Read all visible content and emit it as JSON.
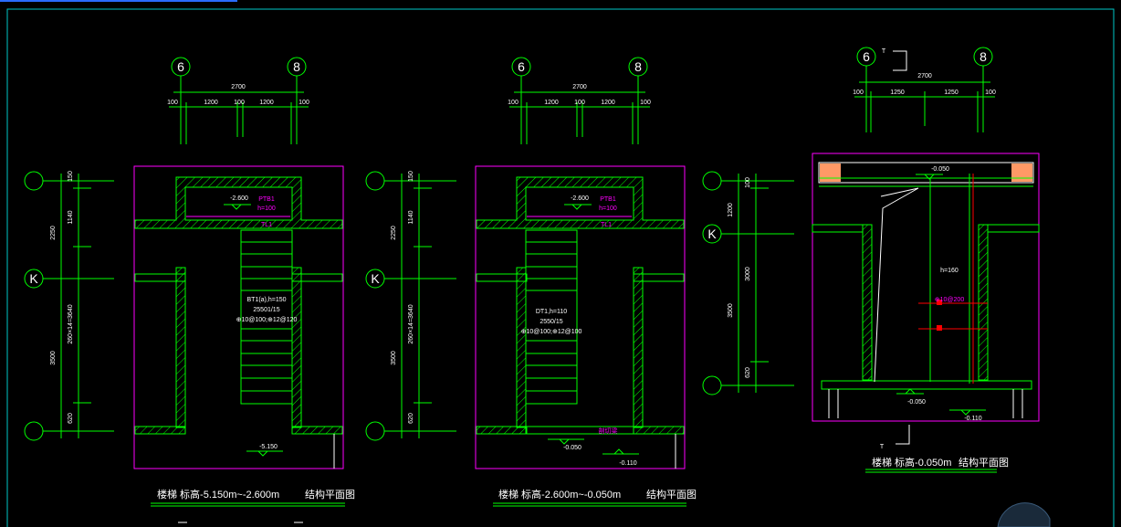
{
  "colors": {
    "background": "#000000",
    "frame": "#00c8c8",
    "axis": "#00ff00",
    "outline": "#ff00ff",
    "wall": "#00ff00",
    "text": "#ffffff",
    "label": "#ff00ff",
    "rebar": "#ff0000",
    "fill": "#ff9966"
  },
  "plan1": {
    "axis_top_left": "6",
    "axis_top_right": "8",
    "axis_side": "K",
    "dim_total": "2700",
    "dim_parts": [
      "100",
      "1200",
      "100",
      "1200",
      "100"
    ],
    "vdim_a": "150",
    "vdim_b": "1140",
    "vdim_sum1": "2250",
    "vdim_sum2": "3500",
    "vdim_c": "260×14=3640",
    "vdim_d": "620",
    "elev_landing": "-2.600",
    "ptb_label": "PTB1",
    "ptb_h": "h=100",
    "tl_label": "TL1",
    "stair_spec": "BT1(a),h=150",
    "stair_steps": "25501/15",
    "stair_rebar": "⊕10@100;⊕12@120",
    "elev_bottom": "-5.150",
    "title_left": "楼梯  标高-5.150m~-2.600m",
    "title_right": "结构平面图"
  },
  "plan2": {
    "axis_top_left": "6",
    "axis_top_right": "8",
    "axis_side": "K",
    "dim_total": "2700",
    "dim_parts": [
      "100",
      "1200",
      "100",
      "1200",
      "100"
    ],
    "vdim_a": "150",
    "vdim_b": "1140",
    "vdim_sum1": "2250",
    "vdim_sum2": "3500",
    "vdim_c": "260×14=3640",
    "vdim_d": "620",
    "elev_landing": "-2.600",
    "ptb_label": "PTB1",
    "ptb_h": "h=100",
    "tl_label": "TL1",
    "stair_spec": "DT1,h=110",
    "stair_steps": "2550/15",
    "stair_rebar": "⊕10@100;⊕12@100",
    "elev_mid": "-0.050",
    "elev_low": "-0.110",
    "tag_mid": "剖切梁",
    "title_left": "楼梯  标高-2.600m~-0.050m",
    "title_right": "结构平面图"
  },
  "plan3": {
    "axis_top_left": "6",
    "axis_top_right": "8",
    "axis_side": "K",
    "section_mark": "T",
    "dim_total": "2700",
    "dim_parts": [
      "100",
      "1250",
      "1250",
      "100"
    ],
    "vdim_a": "100",
    "vdim_b": "1200",
    "vdim_c": "3000",
    "vdim_sum": "3500",
    "vdim_d": "620",
    "elev_top": "-0.050",
    "elev_bottom": "-0.050",
    "elev_low": "-0.110",
    "rebar_note": "h=160",
    "rebar_tag": "⊕10@200",
    "title_left": "楼梯  标高-0.050m",
    "title_right": "结构平面图"
  },
  "footer_mark": "T"
}
